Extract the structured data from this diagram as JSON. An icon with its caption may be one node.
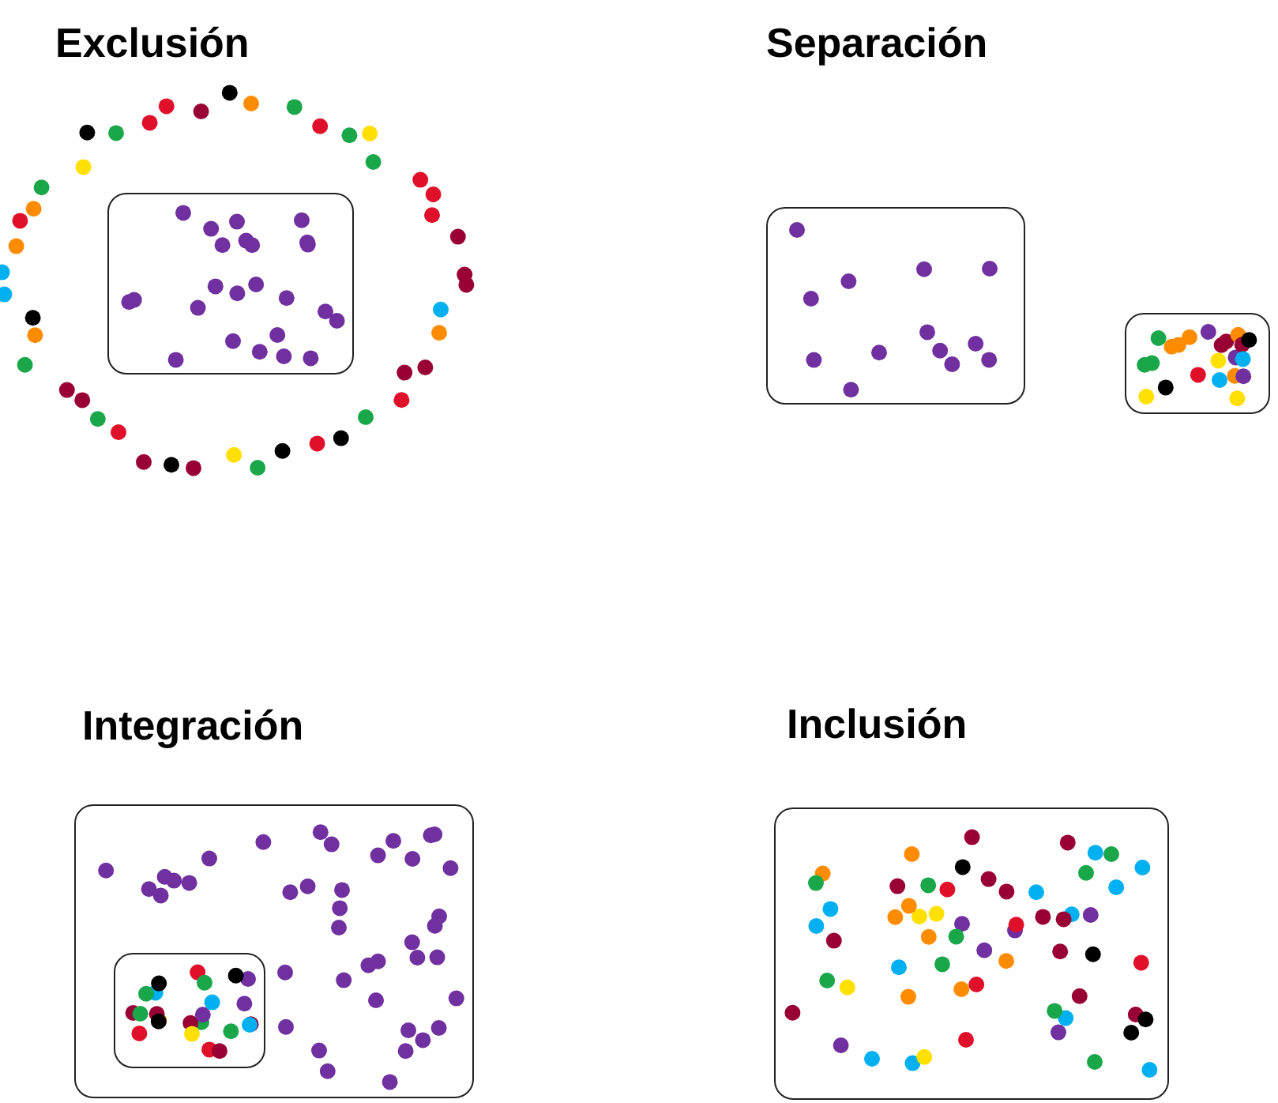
{
  "diagram": {
    "nodes": [
      {
        "text": [
          "Exclusión"
        ]
      },
      {
        "text": [
          "Separación"
        ]
      },
      {
        "text": [],
        "shape": "box"
      },
      {
        "text": [
          "Integración"
        ]
      },
      {
        "text": [],
        "shape": "box",
        "in": 3
      },
      {
        "text": [
          "Inclusión"
        ]
      }
    ]
  }
}
